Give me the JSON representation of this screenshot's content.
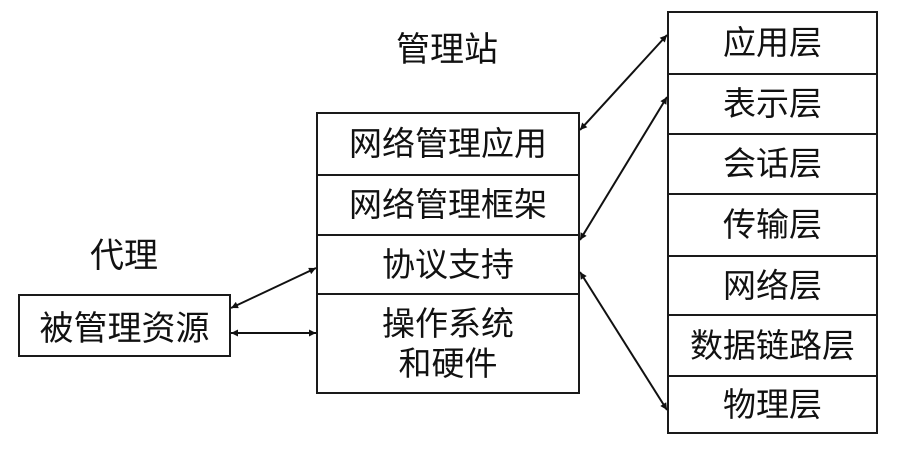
{
  "diagram": {
    "agent": {
      "title": "代理",
      "resource": "被管理资源"
    },
    "manager": {
      "title": "管理站",
      "layers": [
        {
          "label": "网络管理应用"
        },
        {
          "label": "网络管理框架"
        },
        {
          "label": "协议支持"
        },
        {
          "label": "操作系统",
          "label2": "和硬件"
        }
      ]
    },
    "osi": {
      "layers": [
        {
          "label": "应用层"
        },
        {
          "label": "表示层"
        },
        {
          "label": "会话层"
        },
        {
          "label": "传输层"
        },
        {
          "label": "网络层"
        },
        {
          "label": "数据链路层"
        },
        {
          "label": "物理层"
        }
      ]
    },
    "connections": [
      {
        "from": "被管理资源",
        "to": "协议支持",
        "type": "bidirectional"
      },
      {
        "from": "被管理资源",
        "to": "操作系统和硬件",
        "type": "bidirectional"
      },
      {
        "from": "网络管理应用",
        "to": "应用层",
        "type": "bidirectional"
      },
      {
        "from": "协议支持",
        "to": "表示层",
        "type": "bidirectional"
      },
      {
        "from": "协议支持",
        "to": "物理层",
        "type": "bidirectional"
      }
    ]
  }
}
